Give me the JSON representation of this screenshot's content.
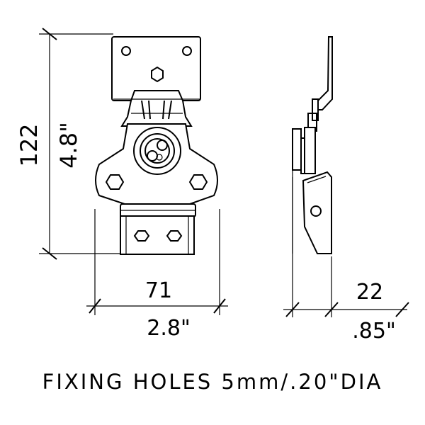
{
  "dimensions": {
    "height_mm": "122",
    "height_in": "4.8\"",
    "width_mm": "71",
    "width_in": "2.8\"",
    "depth_mm": "22",
    "depth_in": ".85\""
  },
  "caption": "FIXING HOLES 5mm/.20\"DIA",
  "colors": {
    "ink": "#000000",
    "paper": "#ffffff"
  }
}
